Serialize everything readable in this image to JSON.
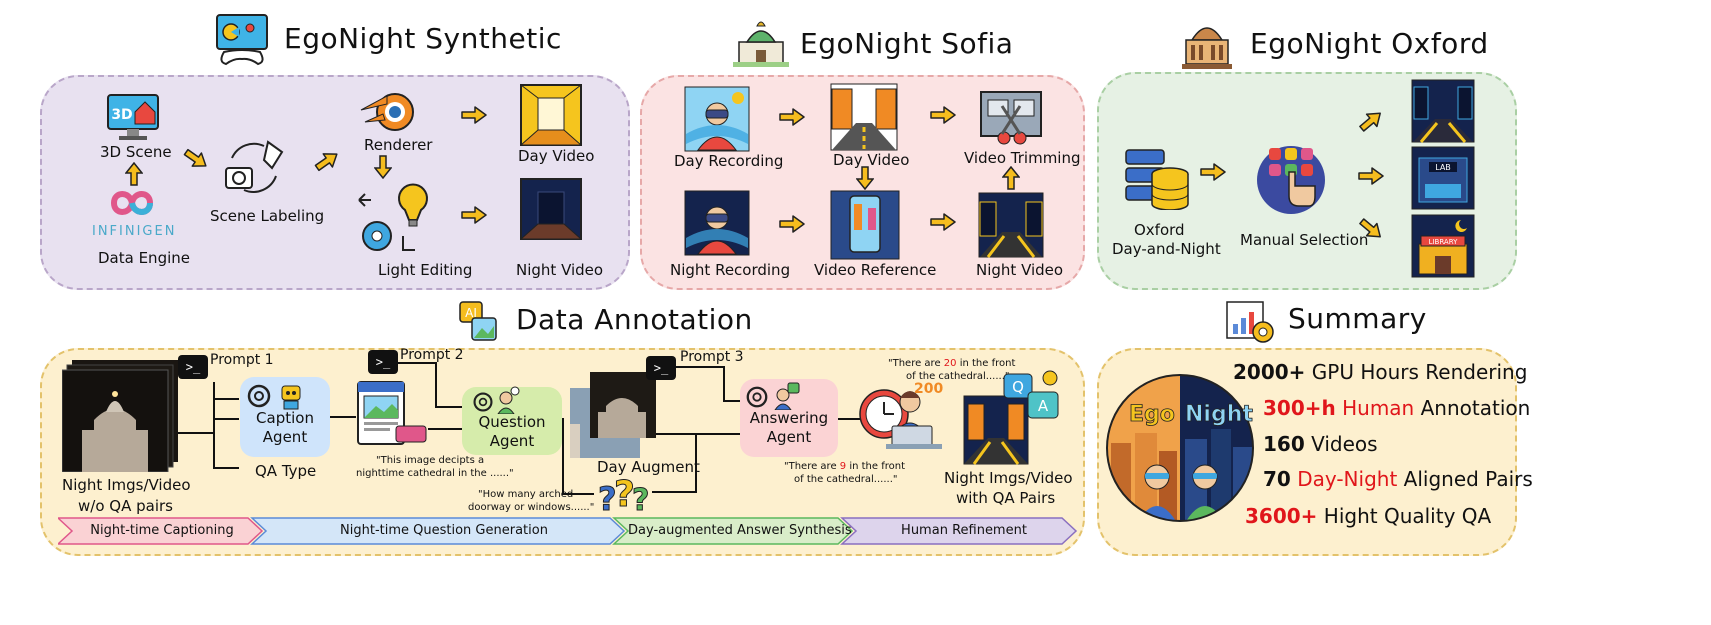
{
  "synthetic": {
    "title": "EgoNight Synthetic",
    "scene3d": "3D Scene",
    "scene3d_icon_text": "3D",
    "engine_logo": "INFINIGEN",
    "data_engine": "Data Engine",
    "scene_labeling": "Scene Labeling",
    "renderer": "Renderer",
    "light_editing": "Light Editing",
    "day_video": "Day Video",
    "night_video": "Night Video"
  },
  "sofia": {
    "title": "EgoNight Sofia",
    "day_recording": "Day Recording",
    "day_video": "Day Video",
    "video_trimming": "Video Trimming",
    "night_recording": "Night Recording",
    "video_reference": "Video Reference",
    "night_video": "Night Video"
  },
  "oxford": {
    "title": "EgoNight Oxford",
    "source_line1": "Oxford",
    "source_line2": "Day-and-Night",
    "manual_selection": "Manual Selection",
    "lab_sign": "LAB",
    "library_sign": "LIBRARY"
  },
  "annotation": {
    "title": "Data Annotation",
    "ai_icon_text": "AI",
    "input_line1": "Night Imgs/Video",
    "input_line2": "w/o QA pairs",
    "prompt1": "Prompt 1",
    "prompt2": "Prompt 2",
    "prompt3": "Prompt 3",
    "terminal_glyph": ">_",
    "caption_agent_1": "Caption",
    "caption_agent_2": "Agent",
    "qa_type": "QA Type",
    "caption_quote_1": "\"This image decipts a",
    "caption_quote_2": "nighttime cathedral in the ......\"",
    "question_agent_1": "Question",
    "question_agent_2": "Agent",
    "question_quote_1": "\"How many arched",
    "question_quote_2": "doorway or windows......\"",
    "day_augment": "Day Augment",
    "answering_agent_1": "Answering",
    "answering_agent_2": "Agent",
    "answer_quote_a1": "\"There are ",
    "answer_quote_a_num": "9",
    "answer_quote_a2": " in the front",
    "answer_quote_a3": "of the cathedral......\"",
    "refine_quote_1a": "\"There are ",
    "refine_quote_num": "20",
    "refine_quote_1b": " in the front",
    "refine_quote_2": "of the cathedral......\"",
    "refine_badge": "200",
    "output_line1": "Night Imgs/Video",
    "output_line2": "with QA Pairs",
    "q_mark": "Q",
    "a_mark": "A",
    "stages": [
      "Night-time Captioning",
      "Night-time Question Generation",
      "Day-augmented Answer Synthesis",
      "Human Refinement"
    ]
  },
  "summary": {
    "title": "Summary",
    "ego": "Ego",
    "night": "Night",
    "line1_num": "2000+",
    "line1_text": " GPU Hours Rendering",
    "line2_num": "300+h",
    "line2_red": " Human",
    "line2_text": " Annotation",
    "line3_num": "160",
    "line3_text": " Videos",
    "line4_num": "70",
    "line4_red": " Day-Night",
    "line4_text": " Aligned Pairs",
    "line5_num": "3600+",
    "line5_text": " Hight Quality QA"
  },
  "colors": {
    "synthetic_bg": "#e8e1f0",
    "sofia_bg": "#fbe3e3",
    "oxford_bg": "#e6f1e4",
    "annotation_bg": "#fdf0cf",
    "arrow": "#f5bd1e",
    "caption_agent": "#cfe4fb",
    "question_agent": "#d6ecab",
    "answering_agent": "#fbd3d4",
    "stage1": "#fad2d4",
    "stage2": "#d4e6f8",
    "stage3": "#d9edc9",
    "stage4": "#ddd4ec",
    "red": "#e0161b"
  }
}
